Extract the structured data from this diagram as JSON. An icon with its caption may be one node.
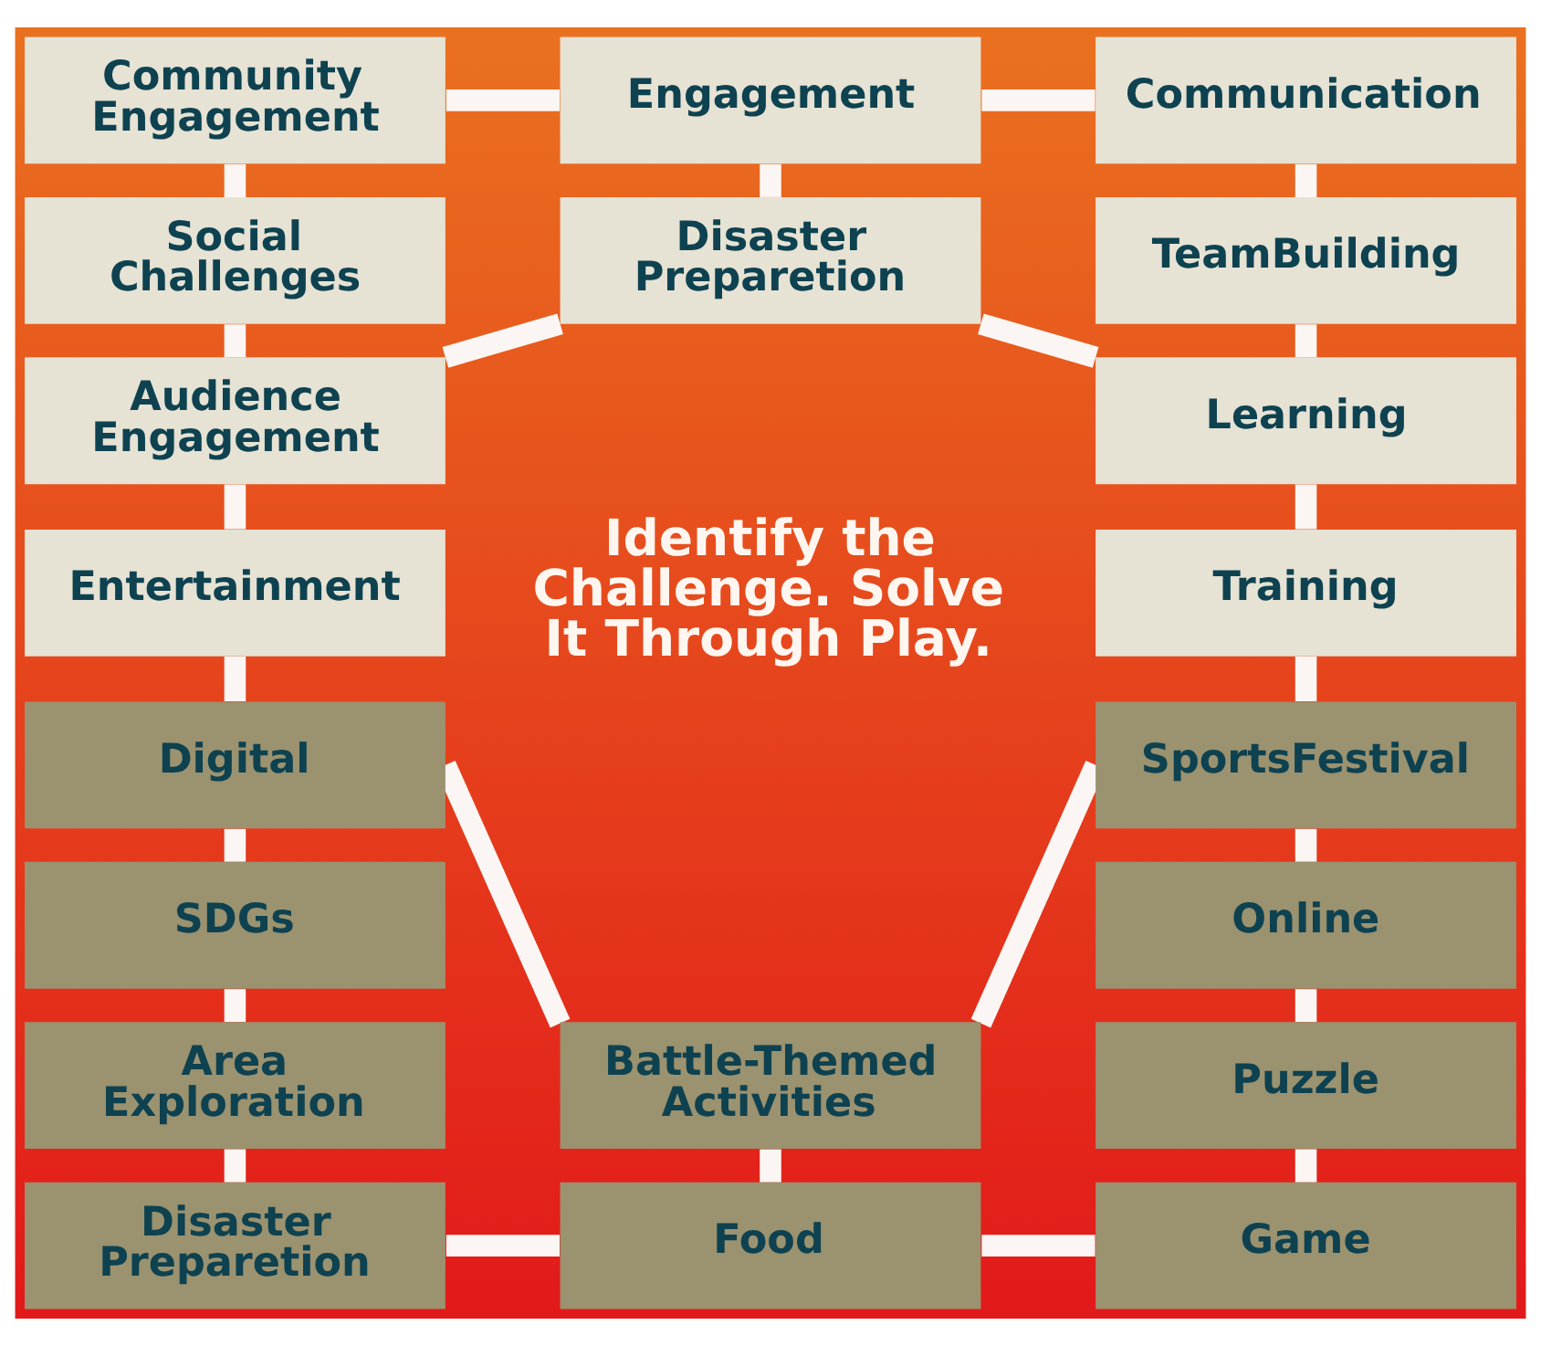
{
  "diagram": {
    "nodes": [
      {
        "text": [
          "Community Engagement"
        ]
      },
      {
        "text": [
          "Engagement"
        ]
      },
      {
        "text": [
          "Communication"
        ]
      },
      {
        "text": [
          "Social Challenges"
        ]
      },
      {
        "text": [
          "Disaster Preparetion"
        ]
      },
      {
        "text": [
          "TeamBuilding"
        ]
      },
      {
        "text": [
          "Audience Engagement"
        ]
      },
      {
        "text": [
          "Learning"
        ]
      },
      {
        "text": [
          "Entertainment"
        ]
      },
      {
        "text": [
          "Training"
        ]
      },
      {
        "text": [
          "Digital"
        ]
      },
      {
        "text": [
          "SportsFestival"
        ]
      },
      {
        "text": [
          "SDGs"
        ]
      },
      {
        "text": [
          "Online"
        ]
      },
      {
        "text": [
          "Area Exploration"
        ]
      },
      {
        "text": [
          "Battle-Themed Activities"
        ]
      },
      {
        "text": [
          "Puzzle"
        ]
      },
      {
        "text": [
          "Disaster Preparetion"
        ]
      },
      {
        "text": [
          "Food"
        ]
      },
      {
        "text": [
          "Game"
        ]
      }
    ],
    "edges": [
      {
        "from": 0,
        "to": 1,
        "arrow": "none"
      },
      {
        "from": 1,
        "to": 2,
        "arrow": "none"
      },
      {
        "from": 0,
        "to": 3,
        "arrow": "none"
      },
      {
        "from": 3,
        "to": 6,
        "arrow": "none"
      },
      {
        "from": 6,
        "to": 8,
        "arrow": "none"
      },
      {
        "from": 8,
        "to": 10,
        "arrow": "none"
      },
      {
        "from": 10,
        "to": 12,
        "arrow": "none"
      },
      {
        "from": 12,
        "to": 14,
        "arrow": "none"
      },
      {
        "from": 14,
        "to": 17,
        "arrow": "none"
      },
      {
        "from": 2,
        "to": 5,
        "arrow": "none"
      },
      {
        "from": 5,
        "to": 7,
        "arrow": "none"
      },
      {
        "from": 7,
        "to": 9,
        "arrow": "none"
      },
      {
        "from": 9,
        "to": 11,
        "arrow": "none"
      },
      {
        "from": 11,
        "to": 13,
        "arrow": "none"
      },
      {
        "from": 13,
        "to": 16,
        "arrow": "none"
      },
      {
        "from": 16,
        "to": 19,
        "arrow": "none"
      },
      {
        "from": 1,
        "to": 4,
        "arrow": "none"
      },
      {
        "from": 4,
        "to": 6,
        "arrow": "none"
      },
      {
        "from": 4,
        "to": 7,
        "arrow": "none"
      },
      {
        "from": 10,
        "to": 15,
        "arrow": "none"
      },
      {
        "from": 11,
        "to": 15,
        "arrow": "none"
      },
      {
        "from": 15,
        "to": 18,
        "arrow": "none"
      },
      {
        "from": 17,
        "to": 18,
        "arrow": "none"
      },
      {
        "from": 18,
        "to": 19,
        "arrow": "none"
      }
    ],
    "labels": [
      "Identify the Challenge. Solve It Through Play."
    ]
  }
}
